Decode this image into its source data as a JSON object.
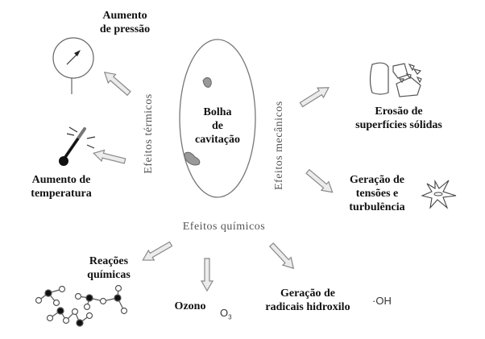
{
  "center": {
    "line1": "Bolha",
    "line2": "de",
    "line3": "cavitação"
  },
  "groups": {
    "thermal": "Efeitos térmicos",
    "mechanical": "Efeitos mecânicos",
    "chemical": "Efeitos químicos"
  },
  "effects": {
    "pressure": {
      "line1": "Aumento",
      "line2": "de pressão",
      "icon": "pressure-gauge-icon"
    },
    "temperature": {
      "line1": "Aumento de",
      "line2": "temperatura",
      "icon": "thermometer-icon"
    },
    "erosion": {
      "line1": "Erosão de",
      "line2": "superfícies sólidas",
      "icon": "eroded-rock-icon"
    },
    "turbulence": {
      "line1": "Geração de",
      "line2": "tensões e",
      "line3": "turbulência",
      "icon": "shockwave-star-icon"
    },
    "reactions": {
      "line1": "Reações",
      "line2": "químicas",
      "icon": "molecule-icon"
    },
    "ozone": {
      "label": "Ozono",
      "formula": "O",
      "subscript": "3"
    },
    "hydroxyl": {
      "line1": "Geração de",
      "line2": "radicais hidroxilo",
      "formula": "·OH"
    }
  }
}
